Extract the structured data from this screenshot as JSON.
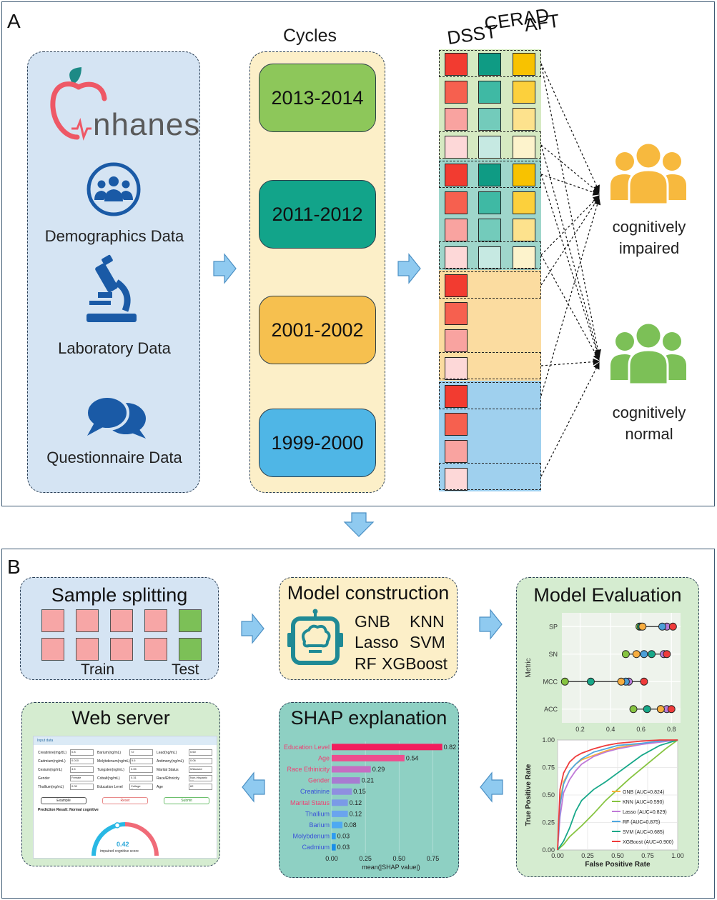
{
  "panel_a": {
    "letter": "A",
    "sources": {
      "logo_text": "nhanes",
      "demographics": "Demographics Data",
      "laboratory": "Laboratory Data",
      "questionnaire": "Questionnaire Data"
    },
    "cycles_title": "Cycles",
    "cycles": [
      "2013-2014",
      "2011-2012",
      "2001-2002",
      "1999-2000"
    ],
    "cycle_colors": [
      "#8dc75a",
      "#12a48a",
      "#f6c04f",
      "#4fb6e6"
    ],
    "tests": [
      "DSST",
      "CERAD",
      "AFT"
    ],
    "band_colors": [
      "#d6eac2",
      "#9fd6cb",
      "#fbdca0",
      "#9fd0ee"
    ],
    "outcomes": {
      "impaired": "cognitively\nimpaired",
      "normal": "cognitively\nnormal"
    },
    "outcome_colors": {
      "impaired": "#f7b93e",
      "normal": "#7cc057"
    }
  },
  "panel_b": {
    "letter": "B",
    "sample_splitting": {
      "title": "Sample splitting",
      "train": "Train",
      "test": "Test"
    },
    "model_construction": {
      "title": "Model construction",
      "models": [
        "GNB",
        "KNN",
        "Lasso",
        "SVM",
        "RF",
        "XGBoost"
      ]
    },
    "model_evaluation": {
      "title": "Model Evaluation"
    },
    "web_server": {
      "title": "Web server",
      "header": "Input data",
      "fields": [
        [
          "Creatinine(mg/dL)",
          "0.8",
          "Barium(ng/mL)",
          "72",
          "Lead(ng/mL)",
          "0.60"
        ],
        [
          "Cadmium(ng/mL)",
          "0.010",
          "Molybdenum(ng/mL)",
          "5.6",
          "Antimony(ng/mL)",
          "0.06"
        ],
        [
          "Cesium(ng/mL)",
          "3.5",
          "Tungsten(ng/mL)",
          "0.05",
          "Marital Status",
          "Widowed"
        ],
        [
          "Gender",
          "Female",
          "Cobalt(ng/mL)",
          "0.31",
          "Race/Ethnicity",
          "Non-Hispanic Wh"
        ],
        [
          "Thallium(ng/mL)",
          "0.09",
          "Education Level",
          "College Graduate",
          "Age",
          "62"
        ]
      ],
      "buttons": [
        "Example",
        "Reset",
        "Submit"
      ],
      "result": "Prediction Result: Normal cognitive",
      "gauge_value": "0.42",
      "gauge_fraction": 0.42,
      "gauge_label": "impaired cognitive score"
    },
    "shap": {
      "title": "SHAP explanation"
    }
  },
  "chart_data": [
    {
      "type": "scatter",
      "name_hint": "metric dot plot",
      "ylabel": "Metric",
      "categories": [
        "SP",
        "SN",
        "MCC",
        "ACC"
      ],
      "xticks": [
        "0.2",
        "0.4",
        "0.6",
        "0.8"
      ],
      "xlim": [
        0.08,
        0.86
      ],
      "series": [
        {
          "name": "GNB",
          "color": "#86c440",
          "values": [
            0.59,
            0.5,
            0.1,
            0.55
          ]
        },
        {
          "name": "KNN",
          "color": "#17a889",
          "values": [
            0.6,
            0.67,
            0.27,
            0.64
          ]
        },
        {
          "name": "Lasso",
          "color": "#b77ad8",
          "values": [
            0.77,
            0.75,
            0.52,
            0.77
          ]
        },
        {
          "name": "RF",
          "color": "#4c9fd8",
          "values": [
            0.74,
            0.62,
            0.5,
            0.73
          ]
        },
        {
          "name": "SVM",
          "color": "#f7ad3f",
          "values": [
            0.61,
            0.57,
            0.47,
            0.73
          ]
        },
        {
          "name": "XGBoost",
          "color": "#ef3b3b",
          "values": [
            0.81,
            0.77,
            0.62,
            0.8
          ]
        }
      ]
    },
    {
      "type": "line",
      "name_hint": "roc curves",
      "xlabel": "False Positive Rate",
      "ylabel": "True Positive Rate",
      "xticks": [
        "0.00",
        "0.25",
        "0.50",
        "0.75",
        "1.00"
      ],
      "yticks": [
        "0.00",
        "0.25",
        "0.50",
        "0.75",
        "1.00"
      ],
      "xlim": [
        0,
        1
      ],
      "ylim": [
        0,
        1
      ],
      "legend": "bottom-right",
      "series": [
        {
          "name": "GNB (AUC=0.824)",
          "color": "#f7b23a",
          "x": [
            0,
            0.02,
            0.05,
            0.1,
            0.15,
            0.2,
            0.3,
            0.4,
            0.5,
            0.6,
            0.8,
            1
          ],
          "y": [
            0,
            0.45,
            0.62,
            0.72,
            0.78,
            0.82,
            0.86,
            0.9,
            0.93,
            0.95,
            0.98,
            1
          ]
        },
        {
          "name": "KNN (AUC=0.590)",
          "color": "#86c440",
          "x": [
            0,
            0.05,
            0.1,
            0.2,
            0.3,
            0.4,
            0.5,
            0.6,
            0.7,
            0.8,
            0.9,
            1
          ],
          "y": [
            0,
            0.05,
            0.12,
            0.22,
            0.33,
            0.45,
            0.55,
            0.65,
            0.74,
            0.83,
            0.92,
            1
          ]
        },
        {
          "name": "Lasso (AUC=0.829)",
          "color": "#c07ad8",
          "x": [
            0,
            0.02,
            0.05,
            0.1,
            0.15,
            0.2,
            0.3,
            0.4,
            0.5,
            0.7,
            0.85,
            1
          ],
          "y": [
            0,
            0.3,
            0.52,
            0.64,
            0.72,
            0.78,
            0.85,
            0.89,
            0.92,
            0.96,
            0.98,
            1
          ]
        },
        {
          "name": "RF (AUC=0.875)",
          "color": "#4ea7e0",
          "x": [
            0,
            0.02,
            0.05,
            0.1,
            0.15,
            0.2,
            0.3,
            0.4,
            0.5,
            0.7,
            0.85,
            1
          ],
          "y": [
            0,
            0.4,
            0.6,
            0.72,
            0.78,
            0.83,
            0.89,
            0.92,
            0.95,
            0.97,
            0.99,
            1
          ]
        },
        {
          "name": "SVM (AUC=0.685)",
          "color": "#17a889",
          "x": [
            0,
            0.05,
            0.1,
            0.15,
            0.2,
            0.3,
            0.4,
            0.5,
            0.6,
            0.7,
            0.85,
            1
          ],
          "y": [
            0,
            0.08,
            0.2,
            0.35,
            0.45,
            0.55,
            0.62,
            0.7,
            0.78,
            0.86,
            0.95,
            1
          ]
        },
        {
          "name": "XGBoost (AUC=0.900)",
          "color": "#ef3b3b",
          "x": [
            0,
            0.02,
            0.05,
            0.1,
            0.15,
            0.2,
            0.3,
            0.4,
            0.5,
            0.7,
            0.85,
            1
          ],
          "y": [
            0,
            0.55,
            0.7,
            0.8,
            0.85,
            0.88,
            0.92,
            0.95,
            0.97,
            0.99,
            1,
            1
          ]
        }
      ]
    },
    {
      "type": "bar",
      "name_hint": "shap importance",
      "orientation": "horizontal",
      "xlabel": "mean(|SHAP value|)",
      "xticks": [
        "0.00",
        "0.25",
        "0.50",
        "0.75"
      ],
      "xlim": [
        0,
        0.88
      ],
      "categories": [
        "Education Level",
        "Age",
        "Race Ethinicity",
        "Gender",
        "Creatinine",
        "Marital Status",
        "Thallium",
        "Barium",
        "Molybdenum",
        "Cadmium"
      ],
      "values": [
        0.82,
        0.54,
        0.29,
        0.21,
        0.15,
        0.12,
        0.12,
        0.08,
        0.03,
        0.03
      ],
      "value_labels": [
        "0.82",
        "0.54",
        "0.29",
        "0.21",
        "0.15",
        "0.12",
        "0.12",
        "0.08",
        "0.03",
        "0.03"
      ],
      "label_colors": [
        "#f03e72",
        "#f03e72",
        "#f03e72",
        "#f03e72",
        "#3a52d8",
        "#f03e72",
        "#3a52d8",
        "#3a52d8",
        "#3a52d8",
        "#3a52d8"
      ],
      "bar_colors": [
        "#f11e5d",
        "#ee4d8e",
        "#c56ec2",
        "#a87bd1",
        "#8f8fe0",
        "#7a9ae7",
        "#6aa4ee",
        "#4ea9f2",
        "#2e9cf0",
        "#1a8fe8"
      ]
    }
  ]
}
